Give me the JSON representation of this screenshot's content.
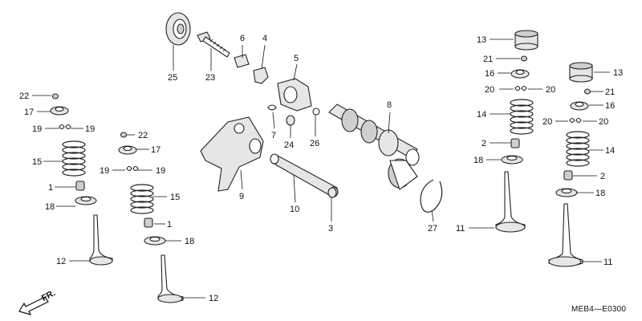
{
  "diagram_code": "MEB4—E0300",
  "front_marker": "FR.",
  "labels": {
    "l1a": "1",
    "l1b": "1",
    "l2a": "2",
    "l2b": "2",
    "l3": "3",
    "l4": "4",
    "l6": "6",
    "l5": "5",
    "l7": "7",
    "l8": "8",
    "l9": "9",
    "l10": "10",
    "l11a": "11",
    "l11b": "11",
    "l12a": "12",
    "l12b": "12",
    "l13a": "13",
    "l13b": "13",
    "l14a": "14",
    "l14b": "14",
    "l15a": "15",
    "l15b": "15",
    "l16a": "16",
    "l16b": "16",
    "l17a": "17",
    "l17b": "17",
    "l18a": "18",
    "l18b": "18",
    "l18c": "18",
    "l18d": "18",
    "l19a": "19",
    "l19b": "19",
    "l19c": "19",
    "l19d": "19",
    "l20a": "20",
    "l20b": "20",
    "l20c": "20",
    "l20d": "20",
    "l21a": "21",
    "l21b": "21",
    "l22a": "22",
    "l22b": "22",
    "l23": "23",
    "l24": "24",
    "l25": "25",
    "l26": "26",
    "l27": "27"
  }
}
